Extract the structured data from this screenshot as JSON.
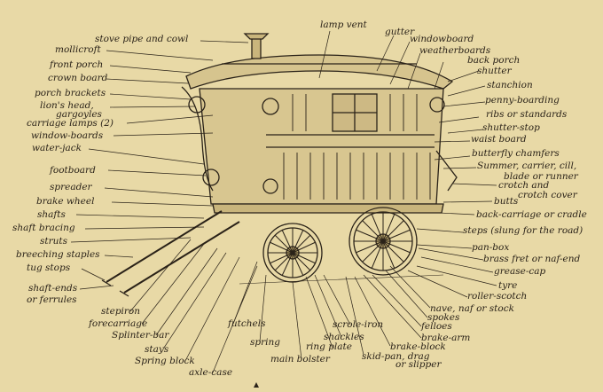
{
  "labels": {
    "stove_pipe": "stove pipe and cowl",
    "mollicroft": "mollicroft",
    "front_porch": "front porch",
    "crown_board": "crown board",
    "porch_brackets": "porch brackets",
    "lions_head": "lion's head,",
    "gargoyles": "gargoyles",
    "carriage_lamps": "carriage lamps (2)",
    "window_boards": "window-boards",
    "water_jack": "water-jack",
    "footboard": "footboard",
    "spreader": "spreader",
    "brake_wheel": "brake wheel",
    "shafts": "shafts",
    "shaft_bracing": "shaft bracing",
    "struts": "struts",
    "breeching_staples": "breeching staples",
    "tug_stops": "tug stops",
    "shaft_ends": "shaft-ends",
    "or_ferrules": "or ferrules",
    "lamp_vent": "lamp vent",
    "gutter": "gutter",
    "windowboard": "windowboard",
    "weatherboards": "weatherboards",
    "back_porch": "back porch",
    "shutter": "shutter",
    "stanchion": "stanchion",
    "penny_boarding": "penny-boarding",
    "ribs": "ribs or standards",
    "shutter_stop": "shutter-stop",
    "waist_board": "waist board",
    "butterfly": "butterfly chamfers",
    "summer": "Summer, carrier, cill,",
    "blade": "blade or runner",
    "crotch": "crotch and",
    "crotch_cover": "crotch cover",
    "butts": "butts",
    "back_carriage": "back-carriage or cradle",
    "steps": "steps (slung for the road)",
    "pan_box": "pan-box",
    "brass_fret": "brass fret or naf-end",
    "grease_cap": "grease-cap",
    "tyre": "tyre",
    "roller_scotch": "roller-scotch",
    "nave": "nave, naf or stock",
    "spokes": "spokes",
    "felloes": "felloes",
    "brake_arm": "brake-arm",
    "brake_block": "brake-block",
    "skid_pan": "skid-pan, drag",
    "or_slipper": "or slipper",
    "scrole_iron": "scrole-iron",
    "shackles": "shackles",
    "ring_plate": "ring plate",
    "main_bolster": "main bolster",
    "spring": "spring",
    "futchels": "futchels",
    "axle_case": "axle-case",
    "spring_block": "Spring block",
    "stays": "stays",
    "splinter_bar": "Splinter-bar",
    "forecarriage": "forecarriage",
    "stepiron": "stepiron"
  },
  "colors": {
    "paper": "#e8d9a6",
    "ink": "#2a2218"
  }
}
